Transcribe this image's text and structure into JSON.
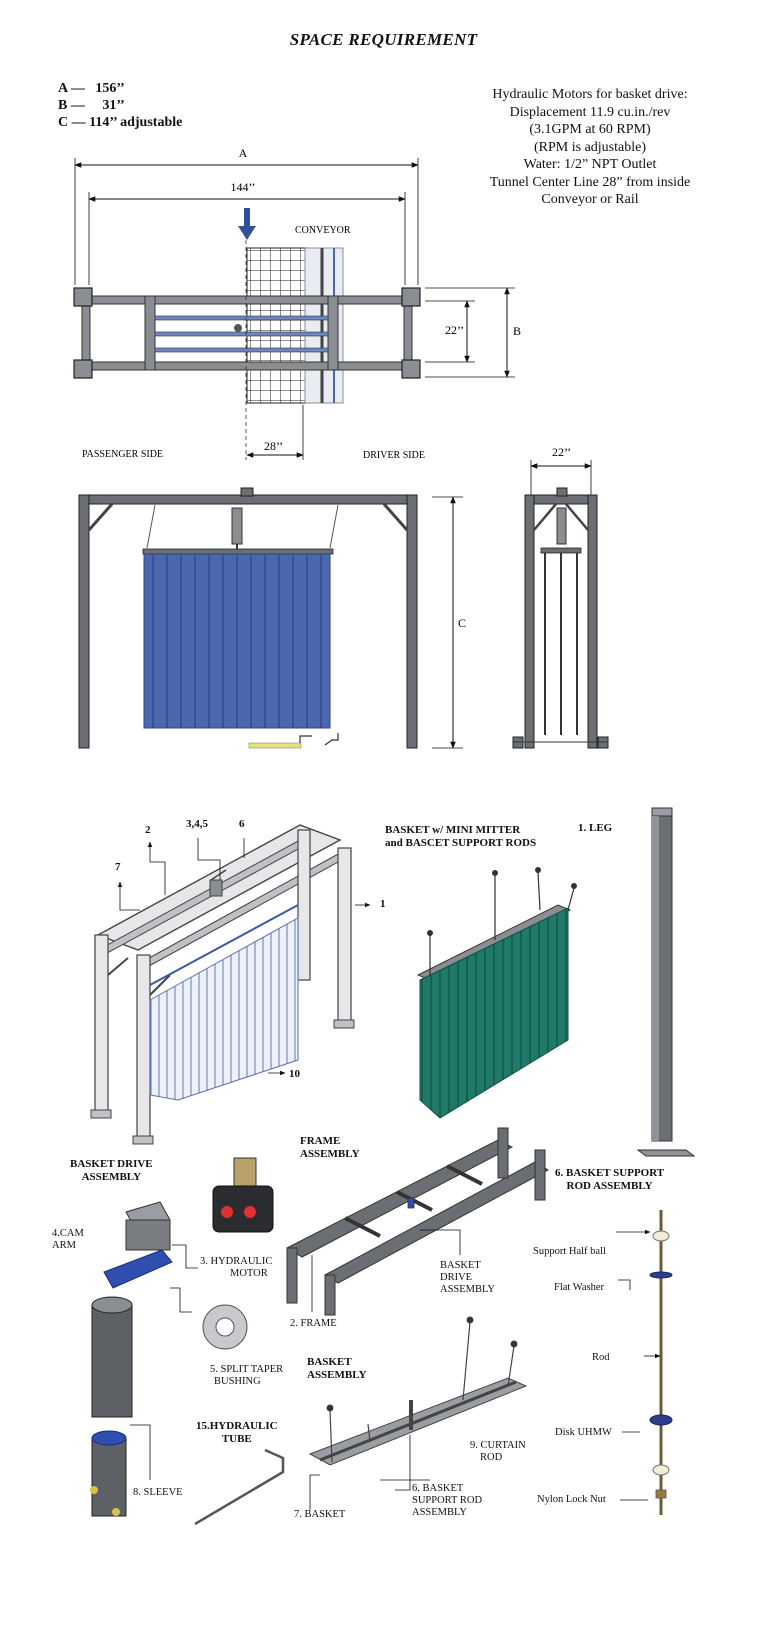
{
  "title": "SPACE REQUIREMENT",
  "dimensions": [
    {
      "key": "A",
      "dash": "—",
      "value": "156’’"
    },
    {
      "key": "B",
      "dash": "—",
      "value": "31’’"
    },
    {
      "key": "C",
      "dash": "—",
      "value": "114’’ adjustable"
    }
  ],
  "specs": [
    "Hydraulic Motors for basket drive:",
    "Displacement 11.9 cu.in./rev",
    "(3.1GPM at 60 RPM)",
    "(RPM is adjustable)",
    "Water: 1/2” NPT Outlet",
    "Tunnel Center Line 28” from inside",
    "Conveyor  or Rail"
  ],
  "top_view": {
    "dim_a": "A",
    "dim_144": "144’’",
    "conveyor": "CONVEYOR",
    "dim_22": "22’’",
    "dim_b": "B",
    "dim_28": "28’’",
    "passenger_side": "PASSENGER SIDE",
    "driver_side": "DRIVER  SIDE"
  },
  "front_view": {
    "dim_c": "C"
  },
  "side_view": {
    "dim_22": "22’’"
  },
  "assembly": {
    "num_2": "2",
    "num_345": "3,4,5",
    "num_6": "6",
    "num_7": "7",
    "num_1": "1",
    "num_10": "10",
    "basket_title_1": "BASKET w/ MINI MITTER",
    "basket_title_2": "and BASCET SUPPORT RODS",
    "leg": "1. LEG",
    "drive_1": "BASKET DRIVE",
    "drive_2": "ASSEMBLY",
    "frame_1": "FRAME",
    "frame_2": "ASSEMBLY",
    "support_1": "6. BASKET SUPPORT",
    "support_2": "ROD ASSEMBLY",
    "cam_1": "4.CAM",
    "cam_2": "ARM",
    "motor_1": "3. HYDRAULIC",
    "motor_2": "MOTOR",
    "bushing_1": "5. SPLIT TAPER",
    "bushing_2": "BUSHING",
    "sleeve": "8. SLEEVE",
    "frame_part": "2. FRAME",
    "bda_1": "BASKET",
    "bda_2": "DRIVE",
    "bda_3": "ASSEMBLY",
    "basket_asm_1": "BASKET",
    "basket_asm_2": "ASSEMBLY",
    "tube_1": "15.HYDRAULIC",
    "tube_2": "TUBE",
    "curtain_1": "9. CURTAIN",
    "curtain_2": "ROD",
    "bsra_1": "6. BASKET",
    "bsra_2": "SUPPORT ROD",
    "bsra_3": "ASSEMBLY",
    "basket_part": "7. BASKET",
    "half_ball": "Support Half ball",
    "flat_washer": "Flat Washer",
    "rod": "Rod",
    "disk": "Disk UHMW",
    "lock_nut": "Nylon Lock Nut"
  },
  "colors": {
    "frame_gray": "#55585c",
    "curtain_blue": "#4a67b0",
    "curtain_green": "#1f7a6a",
    "arrow_blue": "#2f4f9a",
    "cam_blue": "#2e4fb0",
    "light_red": "#e03030"
  }
}
